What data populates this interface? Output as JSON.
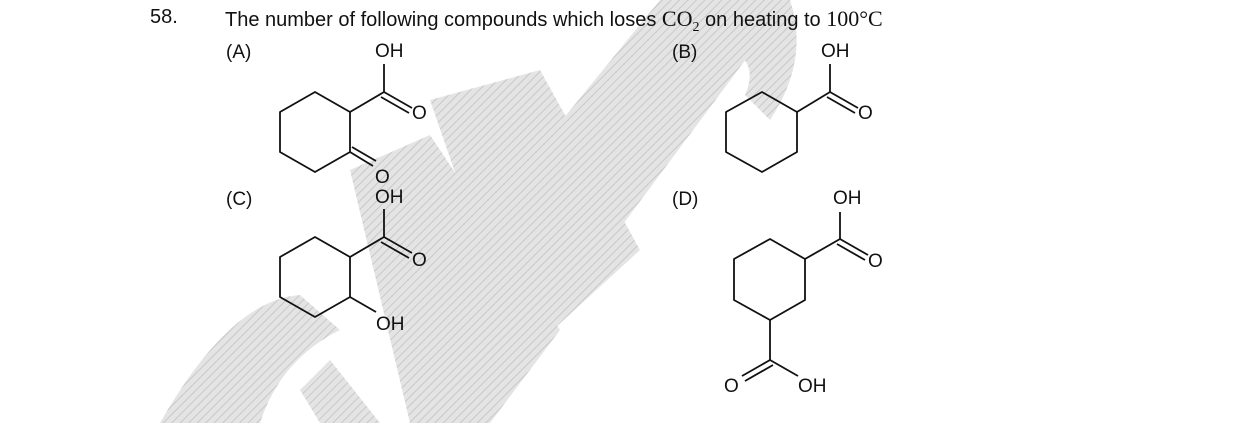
{
  "question": {
    "number": "58.",
    "text_before": "The number of following compounds which loses ",
    "formula_main": "CO",
    "formula_sub": "2",
    "text_middle": " on heating to ",
    "temperature": "100°C"
  },
  "options": [
    {
      "label": "(A)",
      "atoms": [
        "OH",
        "O",
        "O"
      ]
    },
    {
      "label": "(B)",
      "atoms": [
        "OH",
        "O"
      ]
    },
    {
      "label": "(C)",
      "atoms": [
        "OH",
        "O",
        "OH"
      ]
    },
    {
      "label": "(D)",
      "atoms": [
        "OH",
        "O",
        "O",
        "OH"
      ]
    }
  ],
  "colors": {
    "text": "#111111",
    "watermark": "#c8c8c8"
  }
}
